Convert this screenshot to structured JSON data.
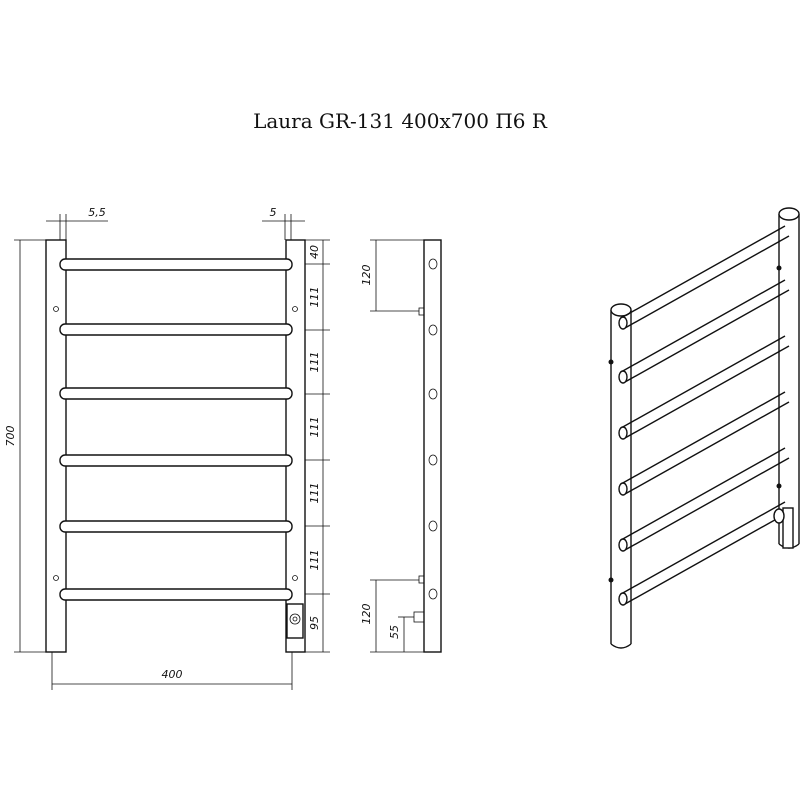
{
  "title": "Laura GR-131 400x700 П6  R",
  "dimensions": {
    "top_left_offset": "5,5",
    "top_right_offset": "5",
    "height_total": "700",
    "width_total": "400",
    "spacing": [
      "40",
      "111",
      "111",
      "111",
      "111",
      "111",
      "95"
    ],
    "side_top": "120",
    "side_bottom": "120",
    "side_small": "55"
  }
}
